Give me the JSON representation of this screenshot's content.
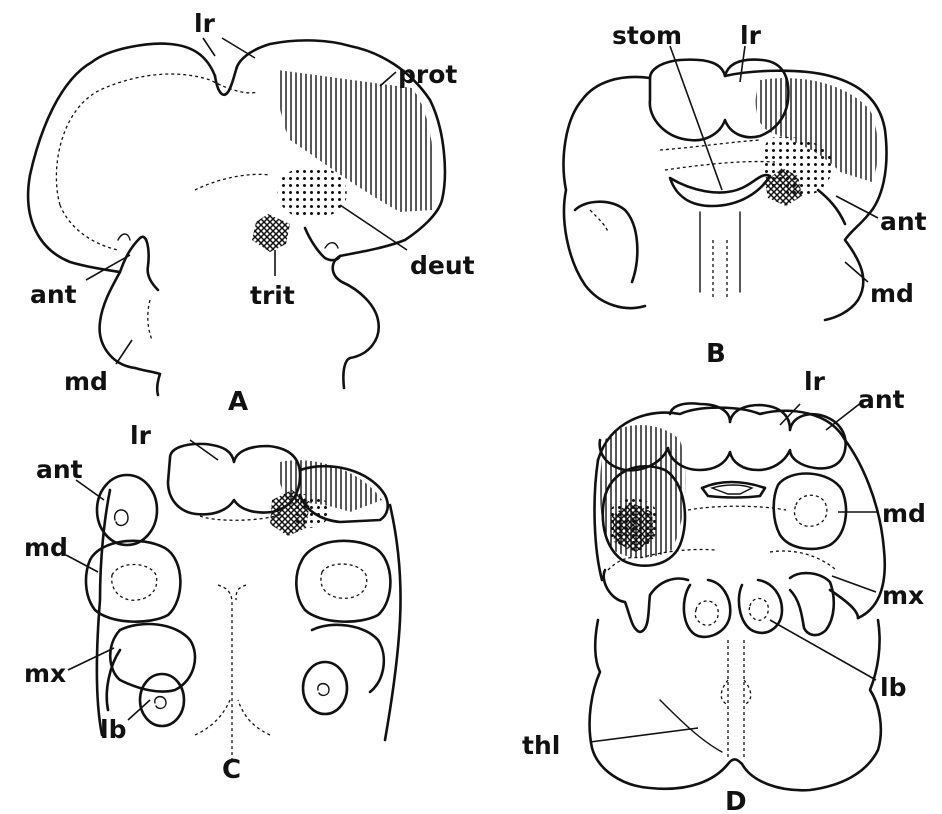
{
  "labels": {
    "lr": "lr",
    "prot": "prot",
    "deut": "deut",
    "trit": "trit",
    "ant": "ant",
    "md": "md",
    "stom": "stom",
    "mx": "mx",
    "lb": "lb",
    "thl": "thl"
  },
  "panels": {
    "A": "A",
    "B": "B",
    "C": "C",
    "D": "D"
  }
}
